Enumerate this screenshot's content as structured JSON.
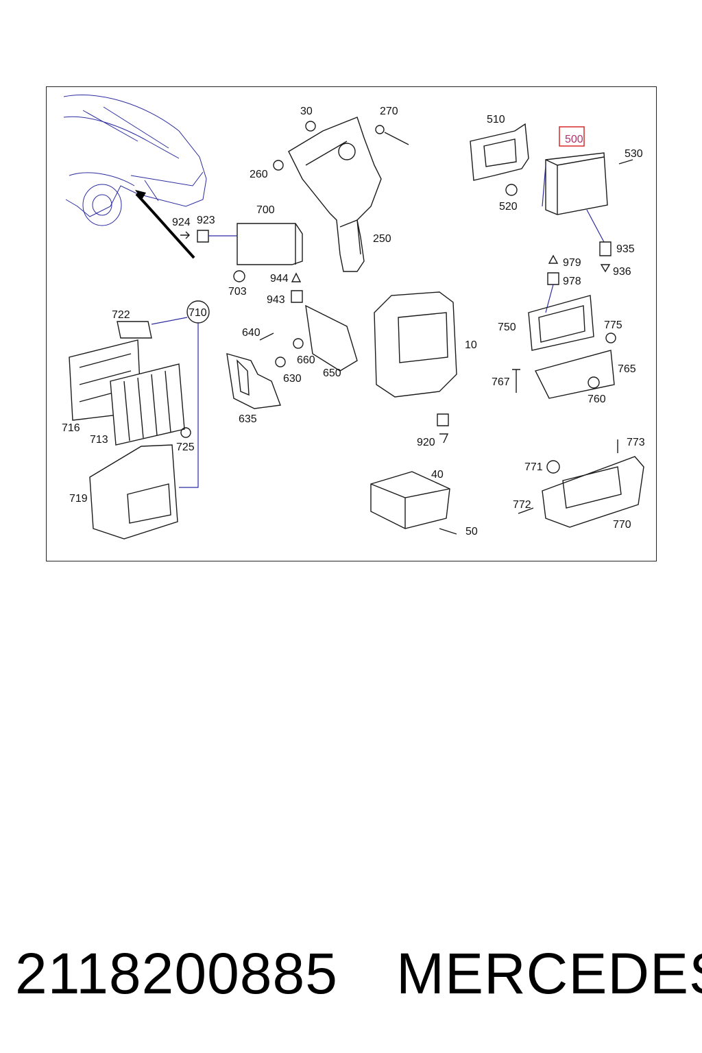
{
  "diagram": {
    "callouts": [
      {
        "id": "30",
        "label": "30"
      },
      {
        "id": "270",
        "label": "270"
      },
      {
        "id": "260",
        "label": "260"
      },
      {
        "id": "250",
        "label": "250"
      },
      {
        "id": "510",
        "label": "510"
      },
      {
        "id": "500",
        "label": "500",
        "highlighted": true
      },
      {
        "id": "530",
        "label": "530"
      },
      {
        "id": "520",
        "label": "520"
      },
      {
        "id": "935",
        "label": "935"
      },
      {
        "id": "936",
        "label": "936"
      },
      {
        "id": "924",
        "label": "924"
      },
      {
        "id": "923",
        "label": "923"
      },
      {
        "id": "700",
        "label": "700"
      },
      {
        "id": "703",
        "label": "703"
      },
      {
        "id": "944",
        "label": "944"
      },
      {
        "id": "943",
        "label": "943"
      },
      {
        "id": "979",
        "label": "979"
      },
      {
        "id": "978",
        "label": "978"
      },
      {
        "id": "722",
        "label": "722"
      },
      {
        "id": "710",
        "label": "710"
      },
      {
        "id": "640",
        "label": "640"
      },
      {
        "id": "660",
        "label": "660"
      },
      {
        "id": "630",
        "label": "630"
      },
      {
        "id": "650",
        "label": "650"
      },
      {
        "id": "10",
        "label": "10"
      },
      {
        "id": "750",
        "label": "750"
      },
      {
        "id": "775",
        "label": "775"
      },
      {
        "id": "765",
        "label": "765"
      },
      {
        "id": "767",
        "label": "767"
      },
      {
        "id": "760",
        "label": "760"
      },
      {
        "id": "716",
        "label": "716"
      },
      {
        "id": "713",
        "label": "713"
      },
      {
        "id": "725",
        "label": "725"
      },
      {
        "id": "635",
        "label": "635"
      },
      {
        "id": "920",
        "label": "920"
      },
      {
        "id": "773",
        "label": "773"
      },
      {
        "id": "771",
        "label": "771"
      },
      {
        "id": "719",
        "label": "719"
      },
      {
        "id": "40",
        "label": "40"
      },
      {
        "id": "772",
        "label": "772"
      },
      {
        "id": "50",
        "label": "50"
      },
      {
        "id": "770",
        "label": "770"
      }
    ],
    "highlight_color": "#d62828",
    "line_color": "#2a2aa0"
  },
  "footer": {
    "part_number": "2118200885",
    "brand": "MERCEDES"
  }
}
